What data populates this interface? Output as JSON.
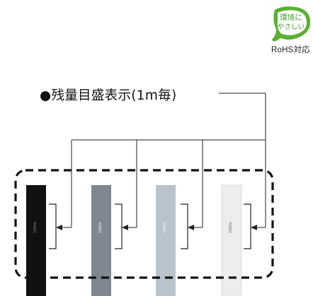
{
  "badge": {
    "line1": "環境に",
    "line2": "やさしい",
    "leaf_color": "#5bb034"
  },
  "rohs_label": "RoHS対応",
  "caption": "●残量目盛表示(1m毎)",
  "cables": [
    {
      "color": "#111111",
      "marking": "100m",
      "marking_color": "#9a9a9a"
    },
    {
      "color": "#7f8790",
      "marking": "100m",
      "marking_color": "#ffffff"
    },
    {
      "color": "#b9c3cc",
      "marking": "100m",
      "marking_color": "#ffffff"
    },
    {
      "color": "#ededed",
      "marking": "100m",
      "marking_color": "#555555"
    }
  ]
}
